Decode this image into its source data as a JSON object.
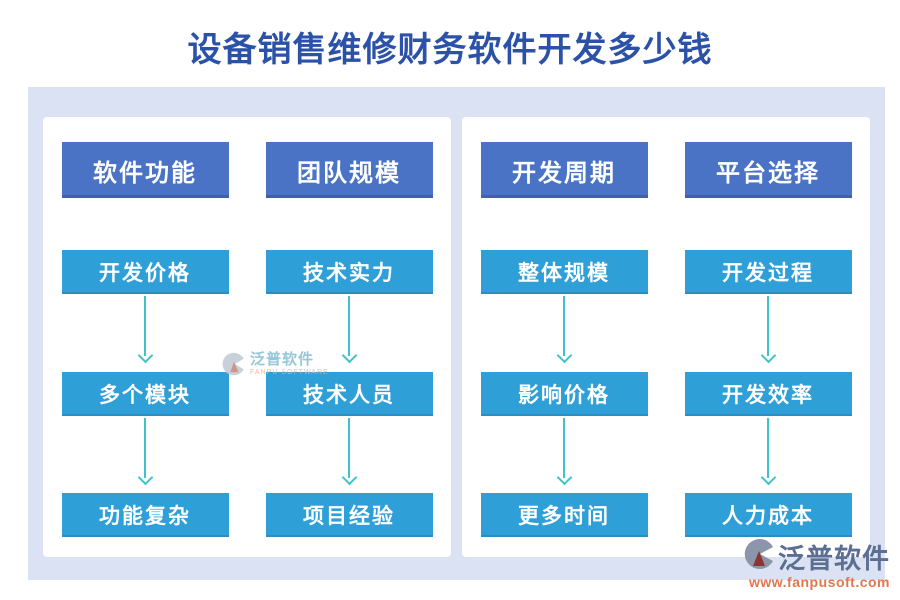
{
  "title": "设备销售维修财务软件开发多少钱",
  "panels": [
    {
      "columns": [
        {
          "header": "软件功能",
          "items": [
            "开发价格",
            "多个模块",
            "功能复杂"
          ]
        },
        {
          "header": "团队规模",
          "items": [
            "技术实力",
            "技术人员",
            "项目经验"
          ]
        }
      ]
    },
    {
      "columns": [
        {
          "header": "开发周期",
          "items": [
            "整体规模",
            "影响价格",
            "更多时间"
          ]
        },
        {
          "header": "平台选择",
          "items": [
            "开发过程",
            "开发效率",
            "人力成本"
          ]
        }
      ]
    }
  ],
  "watermark": {
    "name": "泛普软件",
    "sub": "FANPU SOFTWARE"
  },
  "footer_logo": {
    "name": "泛普软件",
    "url": "www.fanpusoft.com"
  },
  "colors": {
    "title_text": "#2b51a8",
    "band_background": "#dbe2f4",
    "card_background": "#ffffff",
    "header_box": "#4a73c5",
    "item_box": "#2f9fd8",
    "arrow": "#3fc3ca",
    "box_text": "#ffffff",
    "footer_logo_text": "#5c6f92",
    "footer_logo_url": "#e4764d"
  }
}
